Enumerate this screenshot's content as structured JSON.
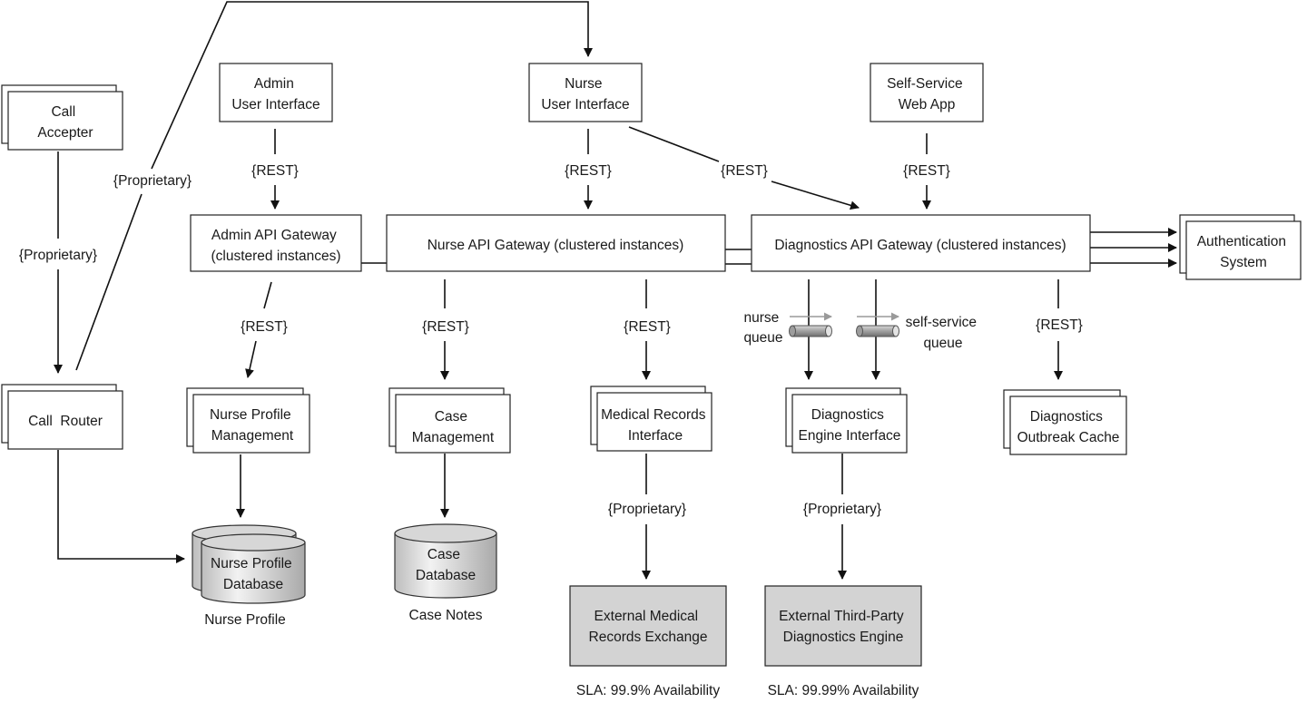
{
  "nodes": {
    "call_accepter": [
      "Call",
      "Accepter"
    ],
    "call_router": [
      "Call  Router"
    ],
    "admin_ui": [
      "Admin",
      "User Interface"
    ],
    "nurse_ui": [
      "Nurse",
      "User Interface"
    ],
    "selfservice_app": [
      "Self-Service",
      "Web App"
    ],
    "admin_gateway": [
      "Admin API Gateway",
      "(clustered instances)"
    ],
    "nurse_gateway": [
      "Nurse API Gateway (clustered instances)"
    ],
    "diag_gateway": [
      "Diagnostics API Gateway (clustered instances)"
    ],
    "auth_system": [
      "Authentication",
      "System"
    ],
    "nurse_profile_mgmt": [
      "Nurse Profile",
      "Management"
    ],
    "case_mgmt": [
      "Case",
      "Management"
    ],
    "medical_records_interface": [
      "Medical Records",
      "Interface"
    ],
    "diag_engine_interface": [
      "Diagnostics",
      "Engine Interface"
    ],
    "diag_outbreak_cache": [
      "Diagnostics",
      "Outbreak Cache"
    ],
    "nurse_profile_db": [
      "Nurse Profile",
      "Database"
    ],
    "case_db": [
      "Case",
      "Database"
    ],
    "ext_medical_records": [
      "External Medical",
      "Records Exchange"
    ],
    "ext_diag_engine": [
      "External Third-Party",
      "Diagnostics Engine"
    ]
  },
  "captions": {
    "nurse_profile": "Nurse Profile",
    "case_notes": "Case Notes",
    "sla_medical": "SLA: 99.9% Availability",
    "sla_diag": "SLA: 99.99% Availability"
  },
  "queues": {
    "nurse": [
      "nurse",
      "queue"
    ],
    "self_service": [
      "self-service",
      "queue"
    ]
  },
  "edge_labels": {
    "proprietary": "{Proprietary}",
    "rest": "{REST}"
  },
  "colors": {
    "stroke": "#222222",
    "external_fill": "#d3d3d3",
    "queue_arrow": "#9a9a9a"
  }
}
